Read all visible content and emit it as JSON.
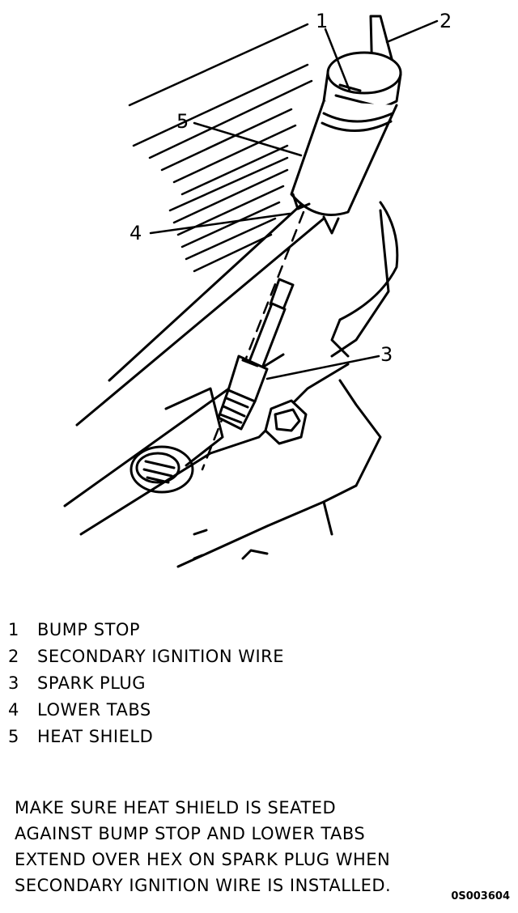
{
  "diagram": {
    "callouts": [
      {
        "number": "1",
        "label": "BUMP STOP"
      },
      {
        "number": "2",
        "label": "SECONDARY IGNITION WIRE"
      },
      {
        "number": "3",
        "label": "SPARK PLUG"
      },
      {
        "number": "4",
        "label": "LOWER TABS"
      },
      {
        "number": "5",
        "label": "HEAT SHIELD"
      }
    ],
    "note_lines": [
      "MAKE SURE HEAT SHIELD IS SEATED",
      "AGAINST BUMP STOP AND LOWER TABS",
      "EXTEND OVER HEX ON SPARK PLUG WHEN",
      "SECONDARY IGNITION WIRE IS INSTALLED."
    ],
    "figure_id": "0S003604"
  },
  "colors": {
    "ink": "#000000",
    "paper": "#ffffff"
  }
}
